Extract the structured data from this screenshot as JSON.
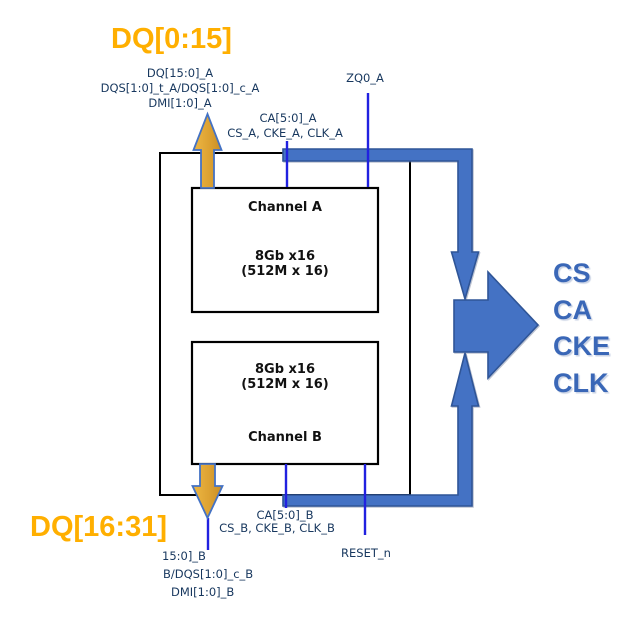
{
  "headings": {
    "dq_top": "DQ[0:15]",
    "dq_bottom": "DQ[16:31]"
  },
  "channel_a": {
    "name": "Channel A",
    "density": "8Gb x16",
    "organization": "(512M x 16)"
  },
  "channel_b": {
    "name": "Channel B",
    "density": "8Gb x16",
    "organization": "(512M x 16)"
  },
  "signals": {
    "dq_a_line1": "DQ[15:0]_A",
    "dq_a_line2": "DQS[1:0]_t_A/DQS[1:0]_c_A",
    "dq_a_line3": "DMI[1:0]_A",
    "zq0_a": "ZQ0_A",
    "ca_a": "CA[5:0]_A",
    "cs_cke_clk_a": "CS_A, CKE_A, CLK_A",
    "ca_b": "CA[5:0]_B",
    "cs_cke_clk_b": "CS_B, CKE_B, CLK_B",
    "reset": "RESET_n",
    "dq_b_line1": "15:0]_B",
    "dq_b_line2": "B/DQS[1:0]_c_B",
    "dq_b_line3": "DMI[1:0]_B"
  },
  "bus": {
    "labels": [
      "CS",
      "CA",
      "CKE",
      "CLK"
    ]
  },
  "colors": {
    "accent_orange": "#FFAF00",
    "bus_blue": "#4472C4",
    "bus_blue_dark": "#2F5597",
    "signal_line_blue": "#2121E0",
    "label_navy": "#17375E",
    "bus_text_blue": "#3A67B7"
  }
}
